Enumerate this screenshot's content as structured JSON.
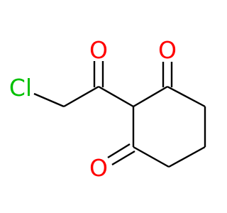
{
  "molecule": {
    "atoms": {
      "cl": "Cl",
      "o_ketone": "O",
      "o_ring_top": "O",
      "o_ring_bottom": "O"
    },
    "colors": {
      "bond": "#000000",
      "chlorine": "#00c000",
      "oxygen": "#ff0000"
    }
  }
}
